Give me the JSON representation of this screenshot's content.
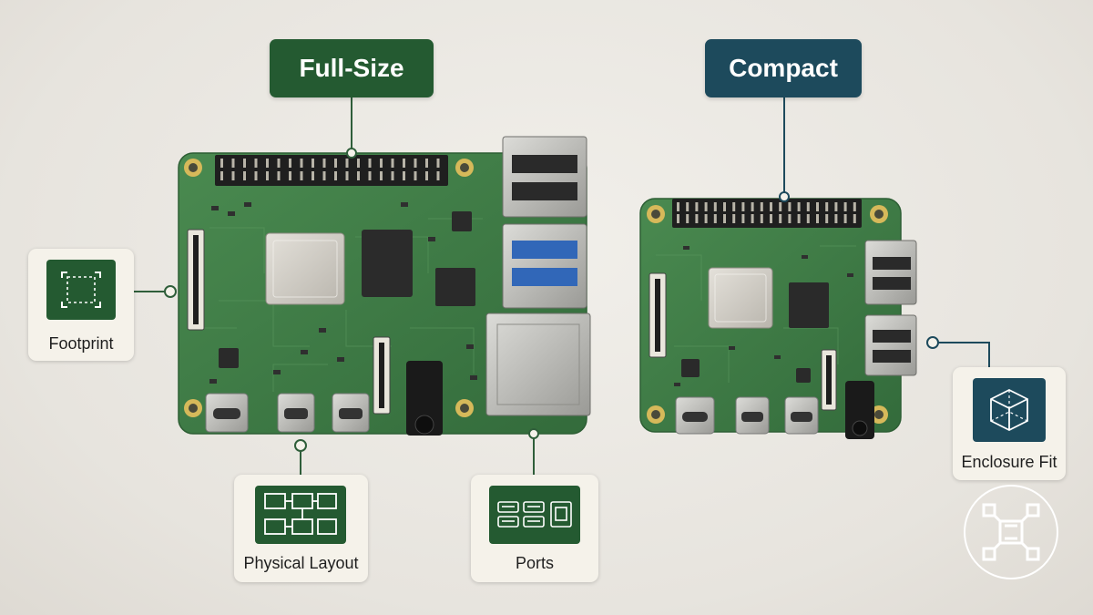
{
  "titles": {
    "full_size": "Full-Size",
    "compact": "Compact"
  },
  "callouts": {
    "footprint": {
      "label": "Footprint",
      "icon": "footprint-icon"
    },
    "physical_layout": {
      "label": "Physical Layout",
      "icon": "layout-blocks-icon"
    },
    "ports": {
      "label": "Ports",
      "icon": "ports-icon"
    },
    "enclosure_fit": {
      "label": "Enclosure Fit",
      "icon": "cube-icon"
    }
  },
  "badge_icon": "connected-nodes-icon",
  "colors": {
    "full_size_accent": "#245a31",
    "compact_accent": "#1d4a5c",
    "pcb_green": "#3e7a45",
    "background": "#e9e6e0",
    "card": "#f5f2ea"
  }
}
